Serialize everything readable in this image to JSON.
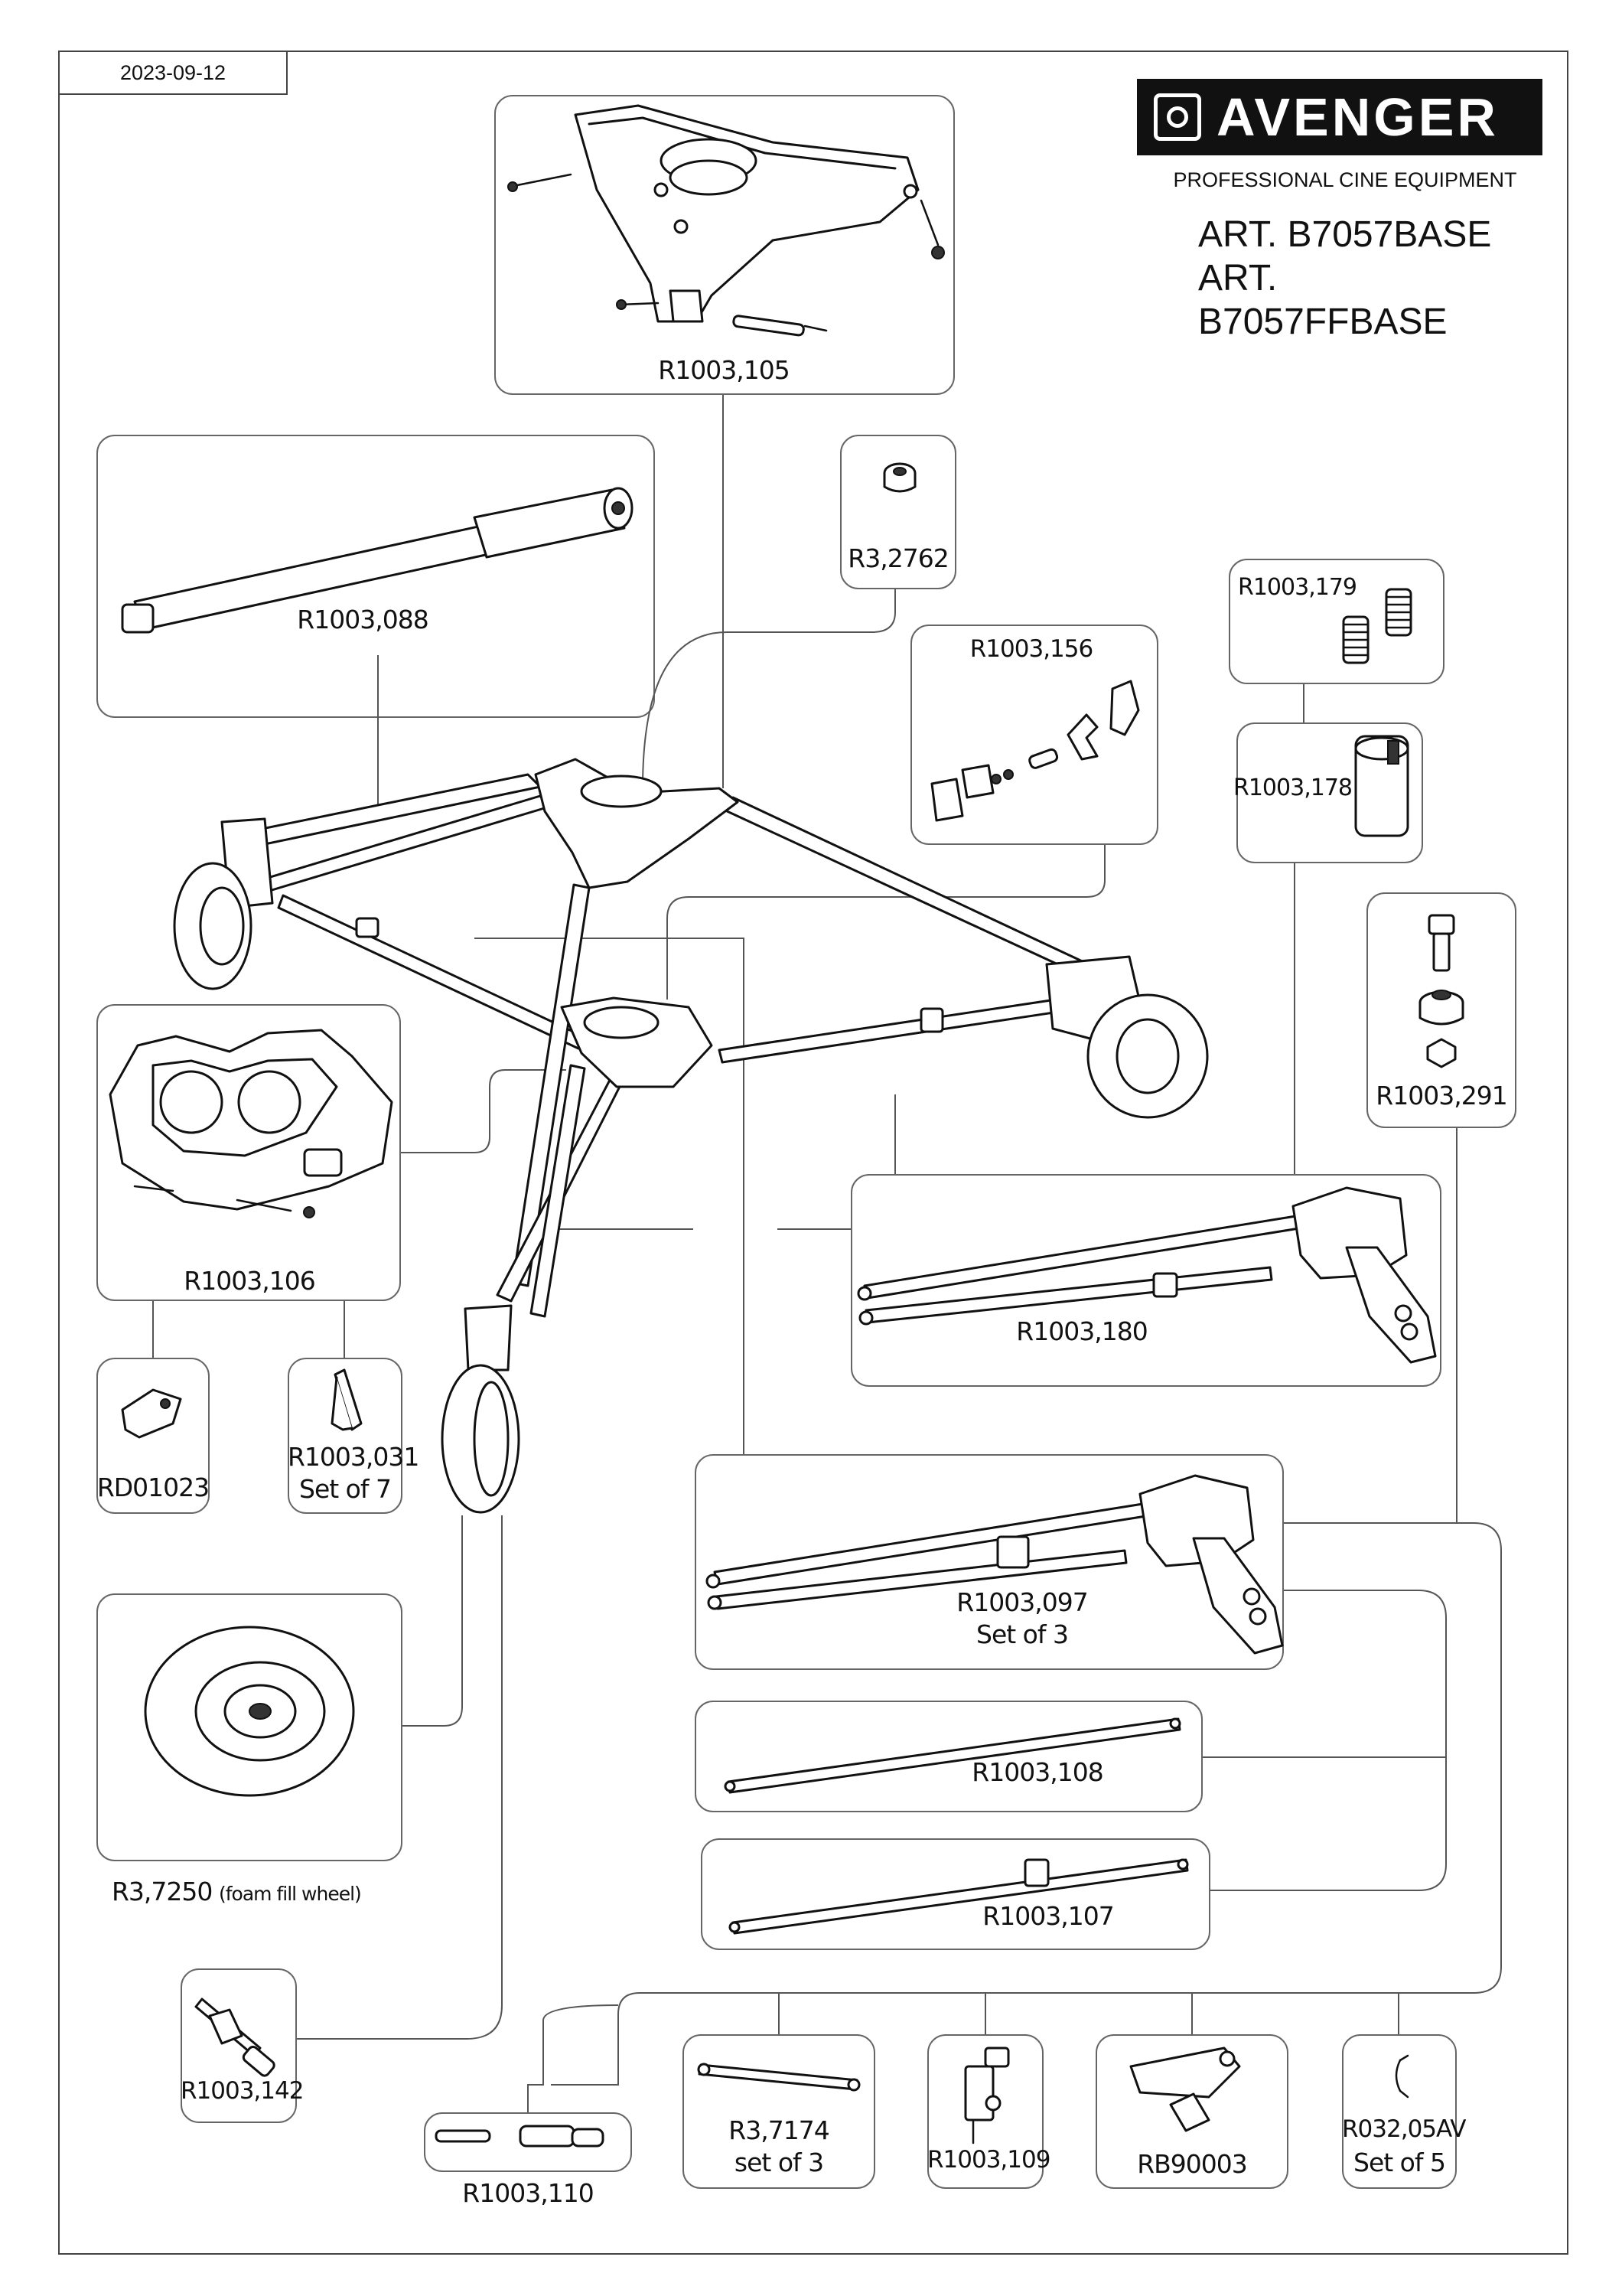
{
  "date": "2023-09-12",
  "brand": {
    "name": "AVENGER",
    "tagline": "PROFESSIONAL CINE EQUIPMENT"
  },
  "articles": [
    "ART. B7057BASE",
    "ART.",
    "B7057FFBASE"
  ],
  "parts": {
    "r1003_105": {
      "code": "R1003,105"
    },
    "r3_2762": {
      "code": "R3,2762"
    },
    "r1003_088": {
      "code": "R1003,088"
    },
    "r1003_179": {
      "code": "R1003,179"
    },
    "r1003_156": {
      "code": "R1003,156"
    },
    "r1003_178": {
      "code": "R1003,178"
    },
    "r1003_291": {
      "code": "R1003,291"
    },
    "r1003_106": {
      "code": "R1003,106"
    },
    "r1003_180": {
      "code": "R1003,180"
    },
    "rd01023": {
      "code": "RD01023"
    },
    "r1003_031": {
      "code": "R1003,031",
      "qty": "Set of 7"
    },
    "r1003_097": {
      "code": "R1003,097",
      "qty": "Set of 3"
    },
    "r1003_108": {
      "code": "R1003,108"
    },
    "r3_7250": {
      "code": "R3,7250",
      "note": "(foam fill wheel)"
    },
    "r1003_107": {
      "code": "R1003,107"
    },
    "r1003_142": {
      "code": "R1003,142"
    },
    "r3_7174": {
      "code": "R3,7174",
      "qty": "set of 3"
    },
    "r1003_109": {
      "code": "R1003,109"
    },
    "rb90003": {
      "code": "RB90003"
    },
    "r032_05av": {
      "code": "R032,05AV",
      "qty": "Set of 5"
    },
    "r1003_110": {
      "code": "R1003,110"
    }
  }
}
